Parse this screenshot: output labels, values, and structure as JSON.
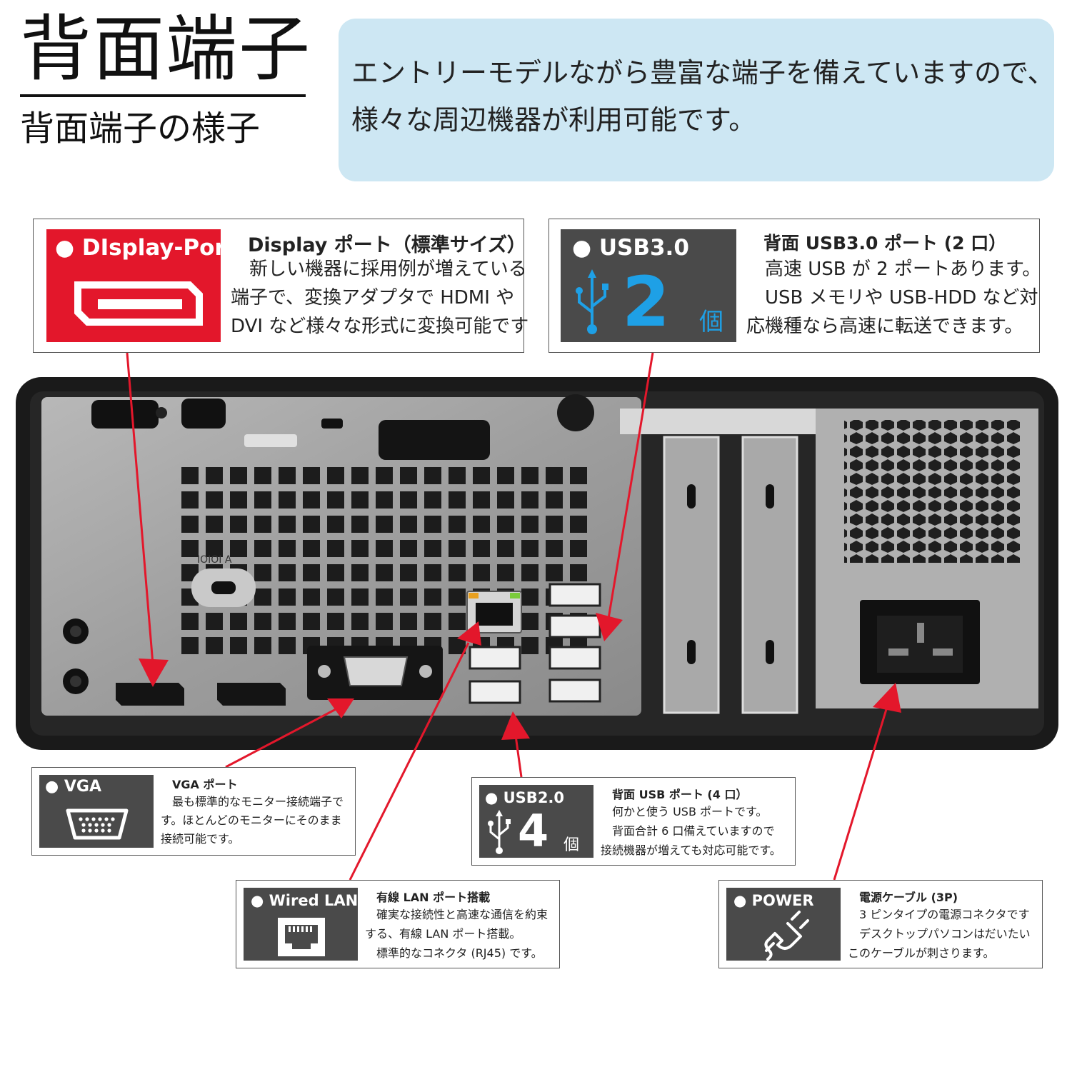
{
  "header": {
    "title": "背面端子",
    "subtitle": "背面端子の様子",
    "intro_line1": "エントリーモデルながら豊富な端子を備えていますので、",
    "intro_line2": "様々な周辺機器が利用可能です。"
  },
  "colors": {
    "accent_red": "#e3172b",
    "badge_gray": "#4a4a4a",
    "usb_blue": "#1ea0e6",
    "intro_bg": "#cde7f3",
    "arrow_red": "#e3172b"
  },
  "callouts": {
    "displayport": {
      "badge": "● DIsplay-Port",
      "icon": "displayport-icon",
      "title": "Display ポート（標準サイズ）",
      "lines": [
        "　新しい機器に採用例が増えている",
        "端子で、変換アダプタで HDMI や",
        "DVI など様々な形式に変換可能です"
      ]
    },
    "usb3": {
      "badge": "● USB3.0",
      "icon": "usb-icon",
      "count": "2",
      "unit": "個",
      "title": "背面 USB3.0 ポート (2 口）",
      "lines": [
        "　高速 USB が 2 ポートあります。",
        "　USB メモリや USB-HDD など対",
        "応機種なら高速に転送できます。"
      ]
    },
    "vga": {
      "badge": "● VGA",
      "icon": "vga-connector-icon",
      "title": "VGA ポート",
      "lines": [
        "　最も標準的なモニター接続端子で",
        "す。ほとんどのモニターにそのまま",
        "接続可能です。"
      ]
    },
    "usb2": {
      "badge": "● USB2.0",
      "icon": "usb-icon",
      "count": "4",
      "unit": "個",
      "title": "背面 USB ポート (4 口）",
      "lines": [
        "　何かと使う USB ポートです。",
        "　背面合計 6 口備えていますので",
        "接続機器が増えても対応可能です。"
      ]
    },
    "lan": {
      "badge": "● Wired LAN",
      "icon": "ethernet-port-icon",
      "title": "有線 LAN ポート搭載",
      "lines": [
        "　確実な接続性と高速な通信を約束",
        "する、有線 LAN ポート搭載。",
        "　標準的なコネクタ (RJ45) です。"
      ]
    },
    "power": {
      "badge": "● POWER",
      "icon": "power-plug-icon",
      "title": "電源ケーブル (3P)",
      "lines": [
        "　3 ピンタイプの電源コネクタです",
        "　デスクトップパソコンはだいたい",
        "このケーブルが刺さります。"
      ]
    }
  },
  "photo": {
    "label_port": "IOIOI A"
  }
}
